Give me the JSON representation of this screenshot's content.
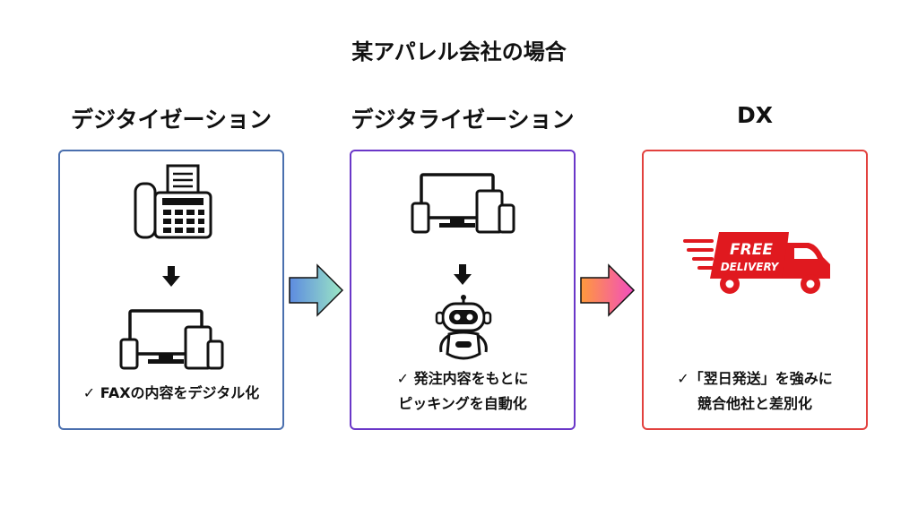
{
  "title": "某アパレル会社の場合",
  "columns": [
    {
      "heading": "デジタイゼーション",
      "caption_lines": [
        "✓ FAXの内容をデジタル化"
      ],
      "icons": [
        "fax-icon",
        "down-arrow-icon",
        "devices-icon"
      ]
    },
    {
      "heading": "デジタライゼーション",
      "caption_lines": [
        "✓ 発注内容をもとに",
        "ピッキングを自動化"
      ],
      "icons": [
        "devices-icon",
        "down-arrow-icon",
        "robot-icon"
      ]
    },
    {
      "heading": "DX",
      "caption_lines": [
        "✓「翌日発送」を強みに",
        "競合他社と差別化"
      ],
      "icons": [
        "delivery-truck-icon"
      ],
      "truck_text": [
        "FREE",
        "DELIVERY"
      ]
    }
  ],
  "colors": {
    "box1_border": "#4a6fae",
    "box2_border": "#6a37c8",
    "box3_border": "#e2413e",
    "truck_red": "#e0191f",
    "arrow1_gradient": [
      "#5d8be0",
      "#9be7c4"
    ],
    "arrow2_gradient": [
      "#ff9a3c",
      "#f24dc0"
    ]
  }
}
